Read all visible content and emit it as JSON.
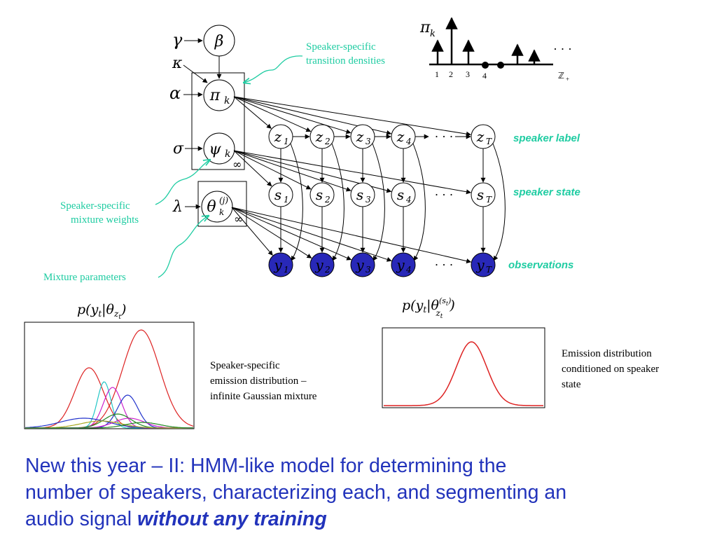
{
  "colors": {
    "annotation": "#1fcca2",
    "observed_node": "#2828b8",
    "caption": "#2233bb",
    "emission_curve": "#dd2222"
  },
  "hyper": {
    "gamma": "γ",
    "beta": "β",
    "kappa": "κ",
    "alpha": "α",
    "pi_k": "π",
    "pi_sub": "k",
    "sigma": "σ",
    "psi_k": "ψ",
    "psi_sub": "k",
    "lambda": "λ",
    "theta": "θ",
    "theta_sub": "k",
    "theta_sup": "(j)",
    "inf": "∞"
  },
  "chain": {
    "z": [
      {
        "base": "z",
        "sub": "1"
      },
      {
        "base": "z",
        "sub": "2"
      },
      {
        "base": "z",
        "sub": "3"
      },
      {
        "base": "z",
        "sub": "4"
      },
      {
        "base": "z",
        "sub": "T"
      }
    ],
    "s": [
      {
        "base": "s",
        "sub": "1"
      },
      {
        "base": "s",
        "sub": "2"
      },
      {
        "base": "s",
        "sub": "3"
      },
      {
        "base": "s",
        "sub": "4"
      },
      {
        "base": "s",
        "sub": "T"
      }
    ],
    "y": [
      {
        "base": "y",
        "sub": "1"
      },
      {
        "base": "y",
        "sub": "2"
      },
      {
        "base": "y",
        "sub": "3"
      },
      {
        "base": "y",
        "sub": "4"
      },
      {
        "base": "y",
        "sub": "T"
      }
    ],
    "ellipsis": "· · ·"
  },
  "row_labels": {
    "z": "speaker label",
    "s": "speaker state",
    "y": "observations"
  },
  "annotations": {
    "transition_line1": "Speaker-specific",
    "transition_line2": "transition densities",
    "mixture_line1": "Speaker-specific",
    "mixture_line2": "mixture weights",
    "params": "Mixture parameters"
  },
  "pi_chart": {
    "label": "π",
    "label_sub": "k",
    "ticks": [
      "1",
      "2",
      "3",
      "4"
    ],
    "axis": "ℤ",
    "axis_sub": "+",
    "ellipsis": "· · ·"
  },
  "emission_left": {
    "title": "p(y|θ)",
    "desc1": "Speaker-specific",
    "desc2": "emission distribution –",
    "desc3": "infinite Gaussian mixture"
  },
  "emission_right": {
    "title": "p(y|θ)",
    "desc1": "Emission distribution",
    "desc2": "conditioned on speaker",
    "desc3": "state"
  },
  "caption": {
    "line1": "New this year – II: HMM-like model for determining the",
    "line2": "number of speakers, characterizing each, and segmenting an",
    "line3_plain": "audio signal ",
    "line3_emph": "without any training"
  }
}
